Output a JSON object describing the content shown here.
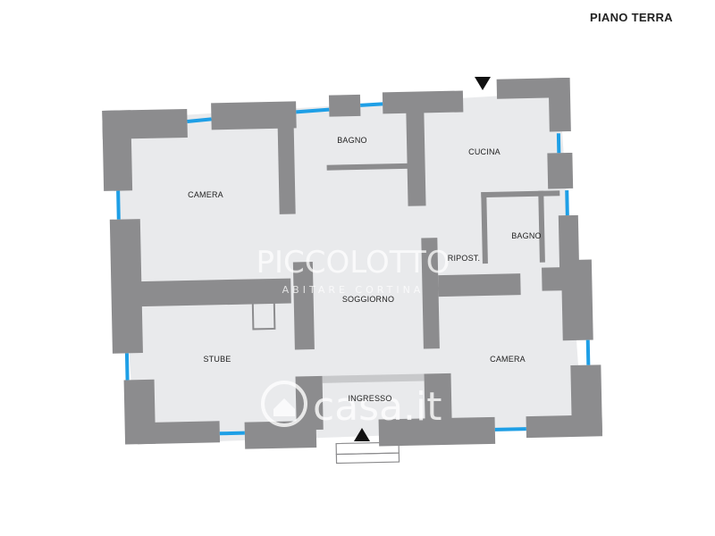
{
  "floor": {
    "label": "PIANO TERRA"
  },
  "rooms": {
    "camera_nw": "CAMERA",
    "bagno_top": "BAGNO",
    "cucina": "CUCINA",
    "bagno_east": "BAGNO",
    "ripostiglio": "RIPOST.",
    "soggiorno": "SOGGIORNO",
    "stube": "STUBE",
    "camera_se": "CAMERA",
    "ingresso": "INGRESSO"
  },
  "watermarks": {
    "agency_name": "PICCOLOTTO",
    "agency_tagline": "ABITARE CORTINA",
    "portal": "casa.it"
  },
  "colors": {
    "wall": "#8c8c8e",
    "floor": "#e9eaec",
    "window": "#1e9fe6",
    "marker": "#111111"
  },
  "markers": {
    "entrance_arrows": [
      "entrance-top-arrow",
      "entrance-bottom-arrow"
    ]
  }
}
